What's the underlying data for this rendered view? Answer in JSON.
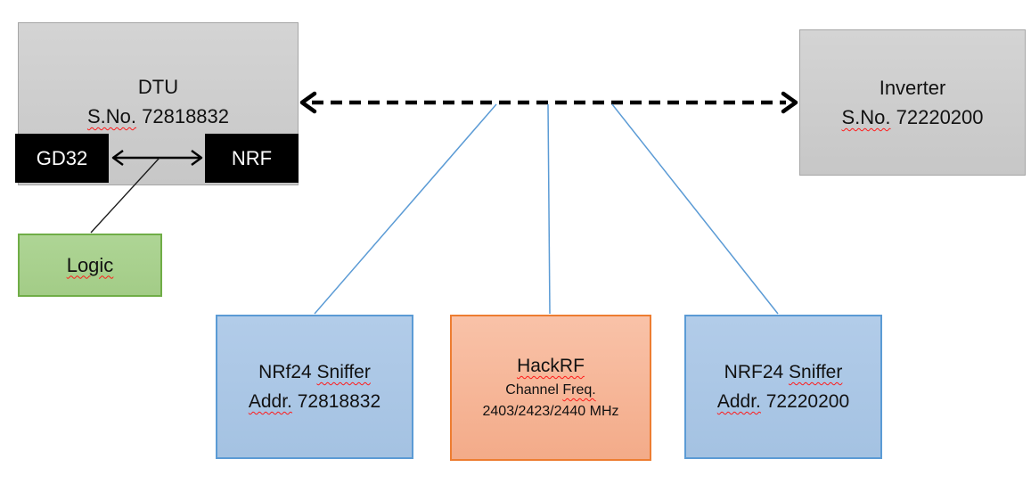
{
  "diagram": {
    "dtu": {
      "title": "DTU",
      "serial_label": "S.No.",
      "serial_number": " 72818832"
    },
    "gd32": {
      "label": "GD32"
    },
    "nrf": {
      "label": "NRF"
    },
    "logic": {
      "label": "Logic"
    },
    "inverter": {
      "title": "Inverter",
      "serial_label": "S.No.",
      "serial_number": " 72220200"
    },
    "sniffer_left": {
      "name_prefix": "NRf24 ",
      "name_wavy": "Sniffer",
      "addr_label": "Addr.",
      "addr_value": " 72818832"
    },
    "hackrf": {
      "title": "HackRF",
      "freq_prefix": "Channel ",
      "freq_wavy": "Freq.",
      "frequencies": "2403/2423/2440 MHz"
    },
    "sniffer_right": {
      "name_prefix": "NRF24 ",
      "name_wavy": "Sniffer",
      "addr_label": "Addr.",
      "addr_value": " 72220200"
    }
  },
  "colors": {
    "device_gray_fill": "#cccccc",
    "device_gray_border": "#a6a6a6",
    "chip_black": "#000000",
    "logic_green_fill": "#a9d18e",
    "logic_green_border": "#70ad47",
    "sniffer_blue_fill": "#aac7e6",
    "sniffer_blue_border": "#5b9bd5",
    "hackrf_orange_fill": "#f5b596",
    "hackrf_orange_border": "#ed7d31",
    "connector_blue": "#5b9bd5",
    "arrow_black": "#000000",
    "squiggle_red": "#ff1a1a"
  }
}
